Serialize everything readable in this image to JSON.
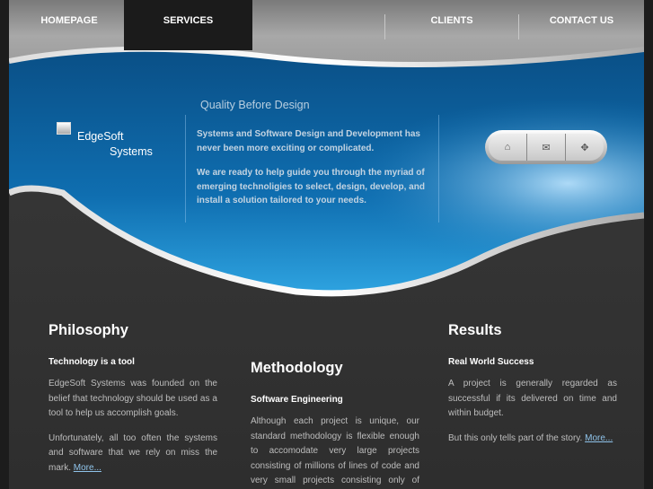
{
  "nav": {
    "items": [
      {
        "label": "HOMEPAGE"
      },
      {
        "label": "SERVICES",
        "active": true
      },
      {
        "label": "CLIENTS"
      },
      {
        "label": "CONTACT US"
      }
    ]
  },
  "hero": {
    "tagline": "Quality Before Design",
    "brand_line1": "EdgeSoft",
    "brand_line2": "Systems",
    "paragraph1": "Systems and Software Design and Development has never been more exciting or complicated.",
    "paragraph2": "We are ready to help guide you through the myriad of emerging technoligies to select, design, develop, and install a solution tailored to your needs.",
    "icons": [
      "home-icon",
      "mail-icon",
      "move-icon"
    ]
  },
  "columns": [
    {
      "title": "Philosophy",
      "subtitle": "Technology is a tool",
      "paragraphs": [
        "EdgeSoft Systems was founded on the belief that technology should be used as a tool to help us accomplish goals.",
        "Unfortunately, all too often the systems and software that we rely on miss the mark."
      ],
      "more": "More..."
    },
    {
      "title": "Methodology",
      "subtitle": "Software Engineering",
      "paragraphs": [
        "Although each project is unique, our standard methodology is flexible enough to accomodate very large projects consisting of millions of lines of code and very small projects consisting only of documentation"
      ]
    },
    {
      "title": "Results",
      "subtitle": "Real World Success",
      "paragraphs": [
        "A project is generally regarded as successful if its delivered on time and within budget.",
        "But this only tells part of the story."
      ],
      "more": "More..."
    }
  ],
  "colors": {
    "accent_blue": "#1a7fc0",
    "link": "#8fc3ea",
    "nav_active": "#1b1b1b"
  }
}
